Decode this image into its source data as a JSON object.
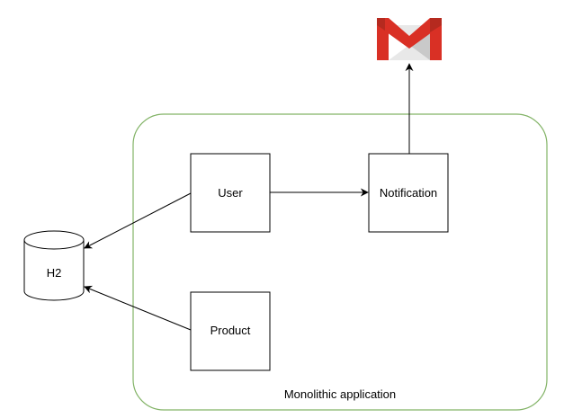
{
  "diagram": {
    "container": {
      "label": "Monolithic  application",
      "border_color": "#82b366"
    },
    "nodes": {
      "user": {
        "label": "User"
      },
      "notification": {
        "label": "Notification"
      },
      "product": {
        "label": "Product"
      },
      "database": {
        "label": "H2"
      }
    },
    "external": {
      "icon": "gmail-icon",
      "colors": {
        "red": "#d93025",
        "dark_red": "#b52a1f",
        "fold_light": "#e8e8e8",
        "fold_shade": "#c9c9c9"
      }
    },
    "edges": [
      {
        "from": "user",
        "to": "notification"
      },
      {
        "from": "notification",
        "to": "gmail-icon"
      },
      {
        "from": "user",
        "to": "database"
      },
      {
        "from": "product",
        "to": "database"
      }
    ]
  }
}
